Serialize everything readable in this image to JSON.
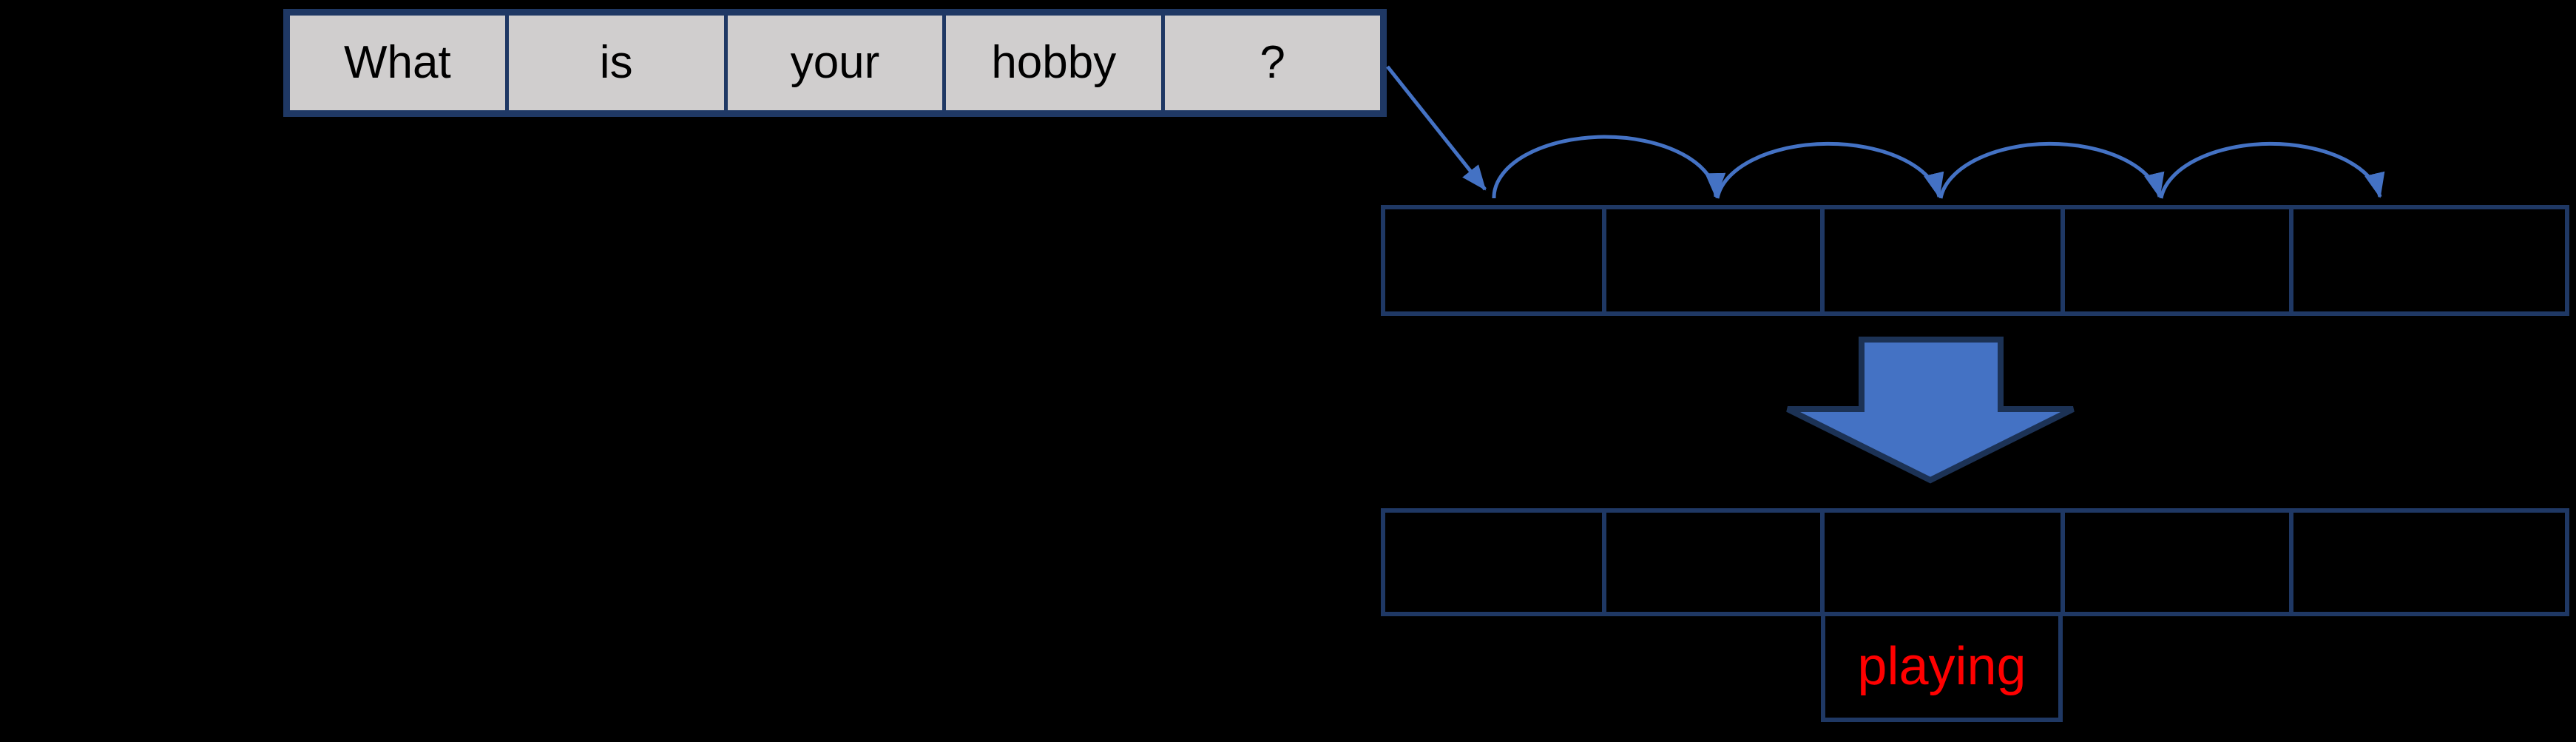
{
  "sentence": {
    "words": [
      "What",
      "is",
      "your",
      "hobby",
      "?"
    ]
  },
  "output": {
    "word": "playing"
  },
  "colors": {
    "background": "#000000",
    "table_border": "#1f3864",
    "word_cell_fill": "#d0cece",
    "word_text": "#000000",
    "arrow_blue": "#4472c4",
    "output_text": "#ff0000"
  },
  "icons": {
    "sentence_to_row_arrow": "diagonal-arrow",
    "hop_arc": "arc-hop-arrow",
    "down_arrow": "block-down-arrow"
  }
}
